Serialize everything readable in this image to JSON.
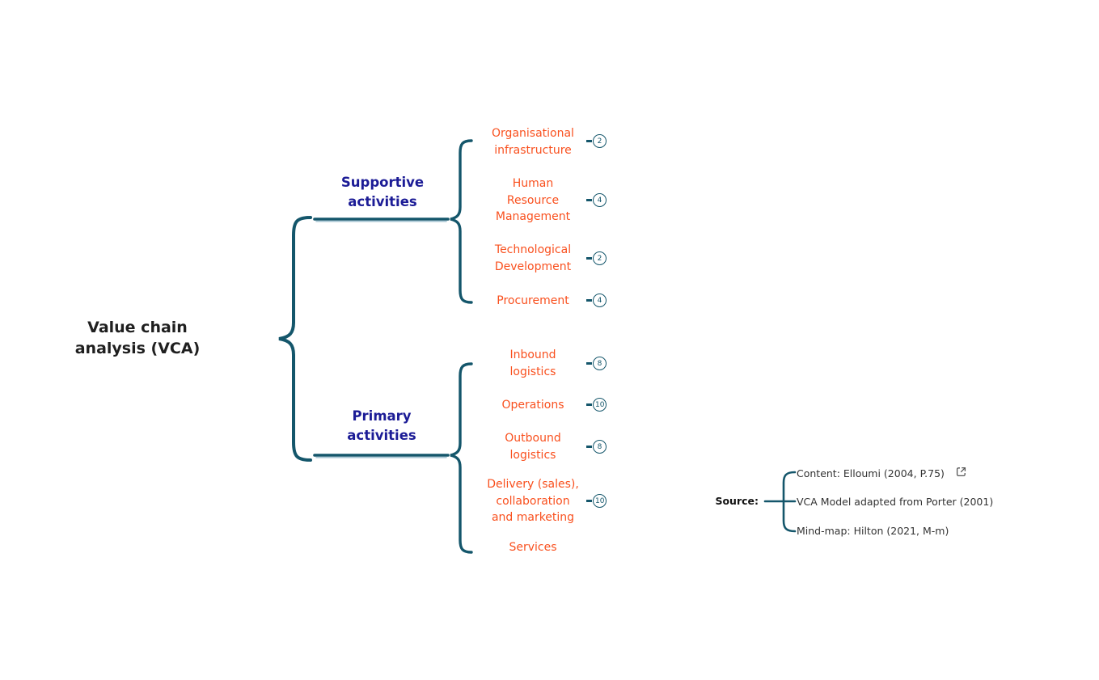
{
  "root": {
    "label": "Value chain\nanalysis (VCA)"
  },
  "branches": [
    {
      "label": "Supportive\nactivities",
      "children": [
        {
          "label": "Organisational\ninfrastructure",
          "badge": "2"
        },
        {
          "label": "Human\nResource\nManagement",
          "badge": "4"
        },
        {
          "label": "Technological\nDevelopment",
          "badge": "2"
        },
        {
          "label": "Procurement",
          "badge": "4"
        }
      ]
    },
    {
      "label": "Primary\nactivities",
      "children": [
        {
          "label": "Inbound\nlogistics",
          "badge": "8"
        },
        {
          "label": "Operations",
          "badge": "10"
        },
        {
          "label": "Outbound\nlogistics",
          "badge": "8"
        },
        {
          "label": "Delivery (sales),\ncollaboration\nand marketing",
          "badge": "10"
        },
        {
          "label": "Services",
          "badge": ""
        }
      ]
    }
  ],
  "source": {
    "label": "Source:",
    "items": [
      {
        "text": "Content: Elloumi (2004, P.75)",
        "icon": "external-link-icon"
      },
      {
        "text": "VCA Model adapted from Porter (2001)",
        "icon": ""
      },
      {
        "text": "Mind-map: Hilton (2021, M-m)",
        "icon": ""
      }
    ]
  },
  "colors": {
    "branch_line": "#14566b",
    "branch_line_shadow": "#a9c6d4",
    "child_text": "#f9501e",
    "branch_text": "#1c1c96",
    "root_text": "#1f1f1f",
    "source_text": "#333333"
  }
}
